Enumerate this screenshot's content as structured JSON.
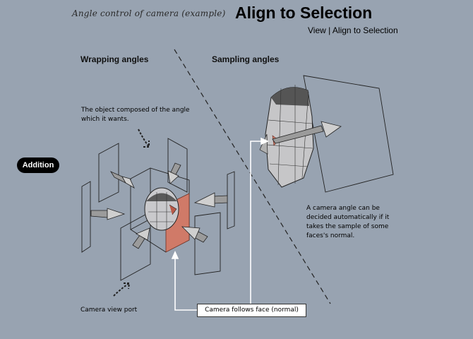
{
  "header": {
    "subtitle": "Angle control of camera (example)",
    "title": "Align to Selection",
    "menu_path": "View | Align to Selection"
  },
  "sections": {
    "wrapping": "Wrapping angles",
    "sampling": "Sampling angles"
  },
  "notes": {
    "object_note": "The object composed of the angle which it wants.",
    "auto_note": "A camera angle can be decided automatically if it takes the sample of some faces's normal.",
    "viewport": "Camera view port"
  },
  "badge": {
    "label": "Addition"
  },
  "callout": {
    "label": "Camera follows face (normal)"
  },
  "colors": {
    "background": "#98a3b1",
    "highlight_face": "#d07a68",
    "callout_line": "#ffffff"
  }
}
